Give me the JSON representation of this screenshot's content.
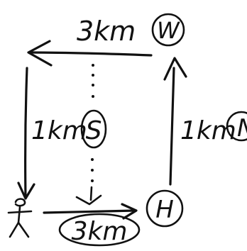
{
  "labels": {
    "top_distance": "3km",
    "left_distance": "1km",
    "right_distance": "1km",
    "bottom_distance": "3km"
  },
  "nodes": {
    "west": "W",
    "south": "S",
    "north": "N",
    "home": "H"
  },
  "colors": {
    "ink": "#111111",
    "background": "#ffffff"
  }
}
